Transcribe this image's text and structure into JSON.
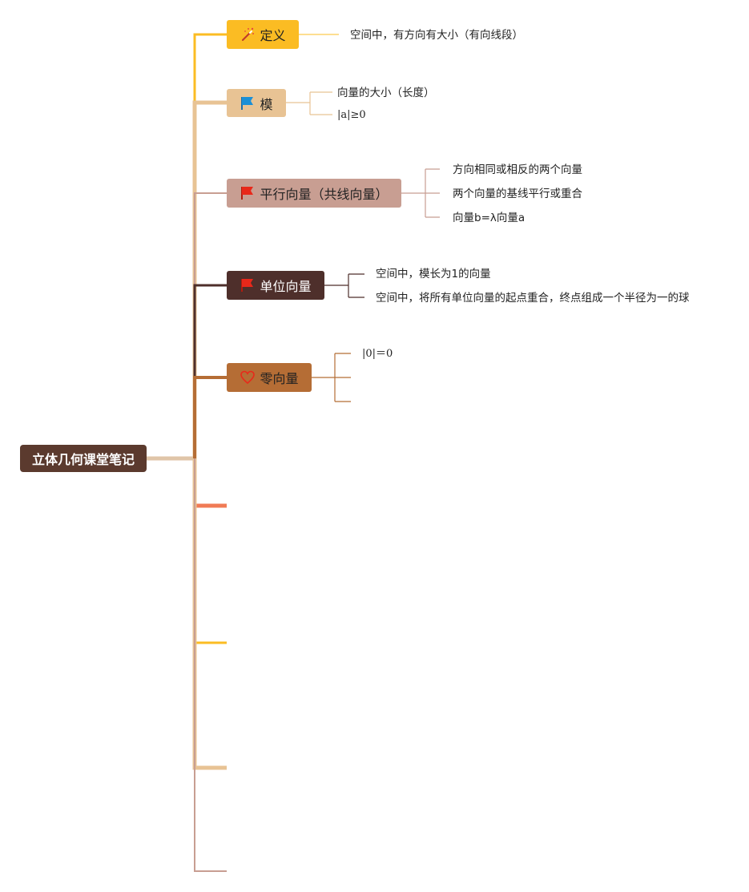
{
  "root": {
    "label": "立体几何课堂笔记"
  },
  "branches": [
    {
      "id": "def",
      "label": "定义",
      "icon": "magic-wand-icon",
      "leaves": [
        "空间中，有方向有大小（有向线段）"
      ]
    },
    {
      "id": "mod",
      "label": "模",
      "icon": "blue-flag-icon",
      "leaves": [
        "向量的大小（长度）",
        "|a|≥0"
      ]
    },
    {
      "id": "par",
      "label": "平行向量（共线向量）",
      "icon": "red-flag-icon",
      "leaves": [
        "方向相同或相反的两个向量",
        "两个向量的基线平行或重合",
        "向量b=λ向量a"
      ]
    },
    {
      "id": "unit",
      "label": "单位向量",
      "icon": "red-flag-icon",
      "leaves": [
        "空间中，模长为1的向量",
        "空间中，将所有单位向量的起点重合，终点组成一个半径为一的球"
      ]
    },
    {
      "id": "zero",
      "label": "零向量",
      "icon": "heart-outline-icon",
      "leaves": [
        "|0|＝0",
        "",
        ""
      ]
    },
    {
      "id": "empty1",
      "label": "",
      "icon": "",
      "leaves": []
    },
    {
      "id": "empty2",
      "label": "",
      "icon": "",
      "leaves": []
    },
    {
      "id": "empty3",
      "label": "",
      "icon": "",
      "leaves": []
    },
    {
      "id": "empty4",
      "label": "",
      "icon": "",
      "leaves": []
    }
  ],
  "colors": {
    "root": "#5b3a2e",
    "def": "#fbbc23",
    "mod": "#e8c394",
    "par": "#c89e92",
    "unit": "#4e2f2b",
    "zero": "#b56d35",
    "empty1": "#f07b55",
    "empty2": "#fbbc23",
    "empty3": "#e8c394",
    "empty4": "#c89e92"
  }
}
